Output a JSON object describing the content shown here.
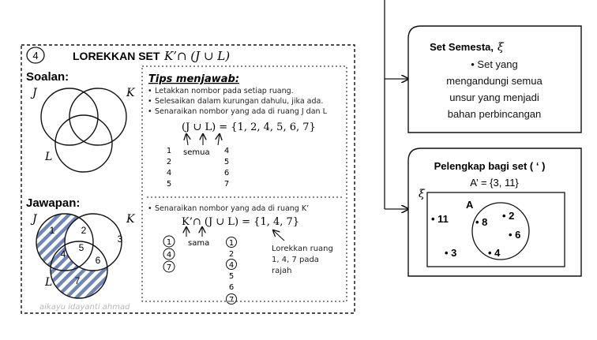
{
  "question": {
    "number": "4",
    "title": "LOREKKAN SET",
    "expression": "K’∩ (J ∪ L)"
  },
  "soalan": {
    "label": "Soalan:",
    "set_j": "J",
    "set_k": "K",
    "set_l": "L"
  },
  "jawapan": {
    "label": "Jawapan:",
    "set_j": "J",
    "set_k": "K",
    "set_l": "L",
    "regions": [
      "1",
      "2",
      "3",
      "4",
      "5",
      "6",
      "7"
    ]
  },
  "tips": {
    "heading": "Tips menjawab:",
    "bullets": [
      "Letakkan nombor pada setiap ruang.",
      "Selesaikan dalam kurungan dahulu, jika ada.",
      "Senaraikan nombor yang ada di ruang J dan L"
    ],
    "union_expr": "(J ∪ L) = {1, 2, 4, 5, 6, 7}",
    "semua_label": "semua",
    "col_left": [
      "1",
      "2",
      "4",
      "5"
    ],
    "col_right": [
      "4",
      "5",
      "6",
      "7"
    ],
    "bullet2": "Senaraikan nombor yang ada di ruang K’",
    "final_expr": "K’∩ (J ∪ L) = {1, 4, 7}",
    "sama_label": "sama",
    "left_list": [
      "1",
      "4",
      "7"
    ],
    "right_list": [
      "1",
      "2",
      "4",
      "5",
      "6",
      "7"
    ],
    "note_lines": [
      "Lorekkan ruang",
      "1, 4, 7 pada",
      "rajah"
    ],
    "watermark": "aikayu  idayanti  ahmad"
  },
  "set_semesta": {
    "title": "Set Semesta,",
    "symbol": "ξ",
    "lines": [
      "• Set yang",
      "mengandungi semua",
      "unsur yang menjadi",
      "bahan perbincangan"
    ]
  },
  "pelengkap": {
    "title": "Pelengkap bagi set ( ‘ )",
    "expr": "A’ = {3, 11}",
    "universe_label": "ξ",
    "set_label": "A",
    "outside": [
      "• 11",
      "• 3"
    ],
    "inside": [
      "• 8",
      "• 2",
      "• 6",
      "• 4"
    ]
  }
}
